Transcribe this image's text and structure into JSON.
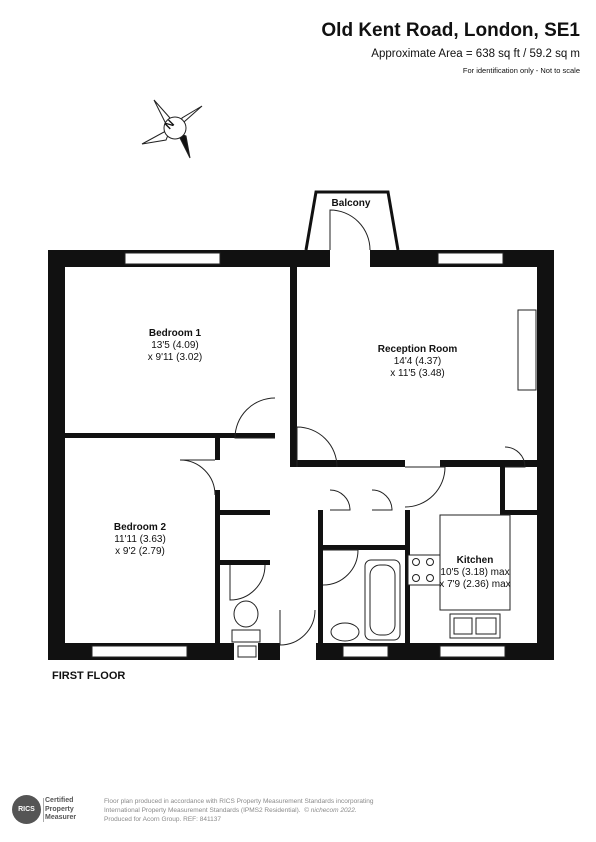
{
  "header": {
    "title": "Old Kent Road, London, SE1",
    "area": "Approximate Area = 638 sq ft / 59.2 sq m",
    "note": "For identification only - Not to scale"
  },
  "compass": {
    "label": "N"
  },
  "rooms": {
    "bedroom1": {
      "name": "Bedroom 1",
      "dim1": "13'5 (4.09)",
      "dim2": "x 9'11 (3.02)"
    },
    "bedroom2": {
      "name": "Bedroom 2",
      "dim1": "11'11 (3.63)",
      "dim2": "x 9'2 (2.79)"
    },
    "reception": {
      "name": "Reception Room",
      "dim1": "14'4 (4.37)",
      "dim2": "x 11'5 (3.48)"
    },
    "kitchen": {
      "name": "Kitchen",
      "dim1": "10'5 (3.18) max",
      "dim2": "x 7'9 (2.36) max"
    },
    "balcony": {
      "name": "Balcony"
    }
  },
  "floor_label": "FIRST FLOOR",
  "footer": {
    "line1": "Floor plan produced in accordance with RICS Property Measurement Standards incorporating",
    "line2": "International Property Measurement Standards (IPMS2 Residential).",
    "copyright": "© nichecom 2022.",
    "line3": "Produced for Acorn Group.   REF:  841137",
    "badge": "RICS",
    "cert_line1": "Certified",
    "cert_line2": "Property",
    "cert_line3": "Measurer"
  },
  "colors": {
    "wall": "#111111",
    "line": "#222222",
    "footer_text": "#8a8a8a"
  }
}
